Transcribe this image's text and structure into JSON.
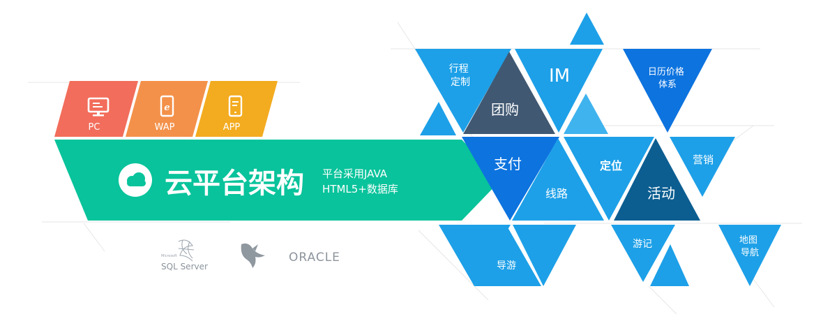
{
  "platforms": [
    {
      "label": "PC",
      "icon": "monitor-icon",
      "color": "#f26d5b"
    },
    {
      "label": "WAP",
      "icon": "mobile-browser-icon",
      "color": "#f3914a"
    },
    {
      "label": "APP",
      "icon": "smartphone-icon",
      "color": "#f3ab1f"
    }
  ],
  "banner": {
    "title": "云平台架构",
    "subtitle_line1": "平台采用JAVA",
    "subtitle_line2": "HTML5+数据库",
    "icon": "cloud-icon",
    "color": "#08c39b"
  },
  "databases": {
    "sqlserver_small": "Microsoft",
    "sqlserver": "SQL Server",
    "mysql_icon": "dolphin-icon",
    "oracle": "ORACLE"
  },
  "modules": {
    "itinerary": "行程\n定制",
    "im": "IM",
    "calendar": "日历价格\n体系",
    "groupbuy": "团购",
    "payment": "支付",
    "route": "线路",
    "location": "定位",
    "activity": "活动",
    "marketing": "营销",
    "guide": "导游",
    "travelnotes": "游记",
    "mapnav": "地图\n导航"
  },
  "colors": {
    "light_blue": "#1da0e8",
    "mid_blue": "#0d73df",
    "dark_slate": "#405872",
    "dark_teal": "#0c5e91",
    "pale_blue": "#3fb3ee"
  }
}
